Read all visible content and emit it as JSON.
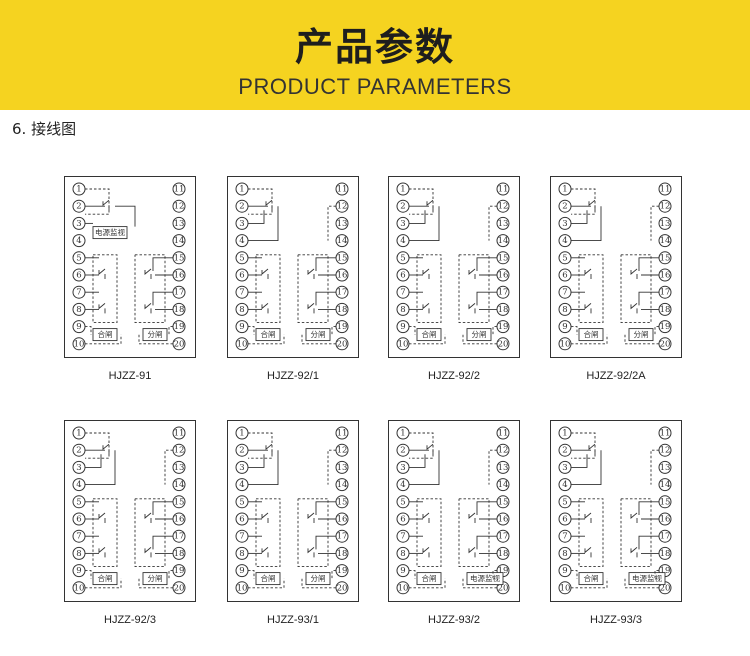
{
  "header": {
    "title": "产品参数",
    "subtitle": "PRODUCT PARAMETERS"
  },
  "section": {
    "heading": "6.  接线图"
  },
  "colors": {
    "banner": "#f5d320",
    "line": "#333333"
  },
  "diagrams": [
    {
      "caption": "HJZZ-91",
      "box_left": "电源监视",
      "box_a": "合闸",
      "box_b": "分闸"
    },
    {
      "caption": "HJZZ-92/1",
      "box_a": "合闸",
      "box_b": "分闸"
    },
    {
      "caption": "HJZZ-92/2",
      "box_a": "合闸",
      "box_b": "分闸"
    },
    {
      "caption": "HJZZ-92/2A",
      "box_a": "合闸",
      "box_b": "分闸"
    },
    {
      "caption": "HJZZ-92/3",
      "box_a": "合闸",
      "box_b": "分闸"
    },
    {
      "caption": "HJZZ-93/1",
      "box_a": "合闸",
      "box_b": "分闸"
    },
    {
      "caption": "HJZZ-93/2",
      "box_a": "合闸",
      "box_b": "电源监视"
    },
    {
      "caption": "HJZZ-93/3",
      "box_a": "合闸",
      "box_b": "电源监视"
    }
  ]
}
